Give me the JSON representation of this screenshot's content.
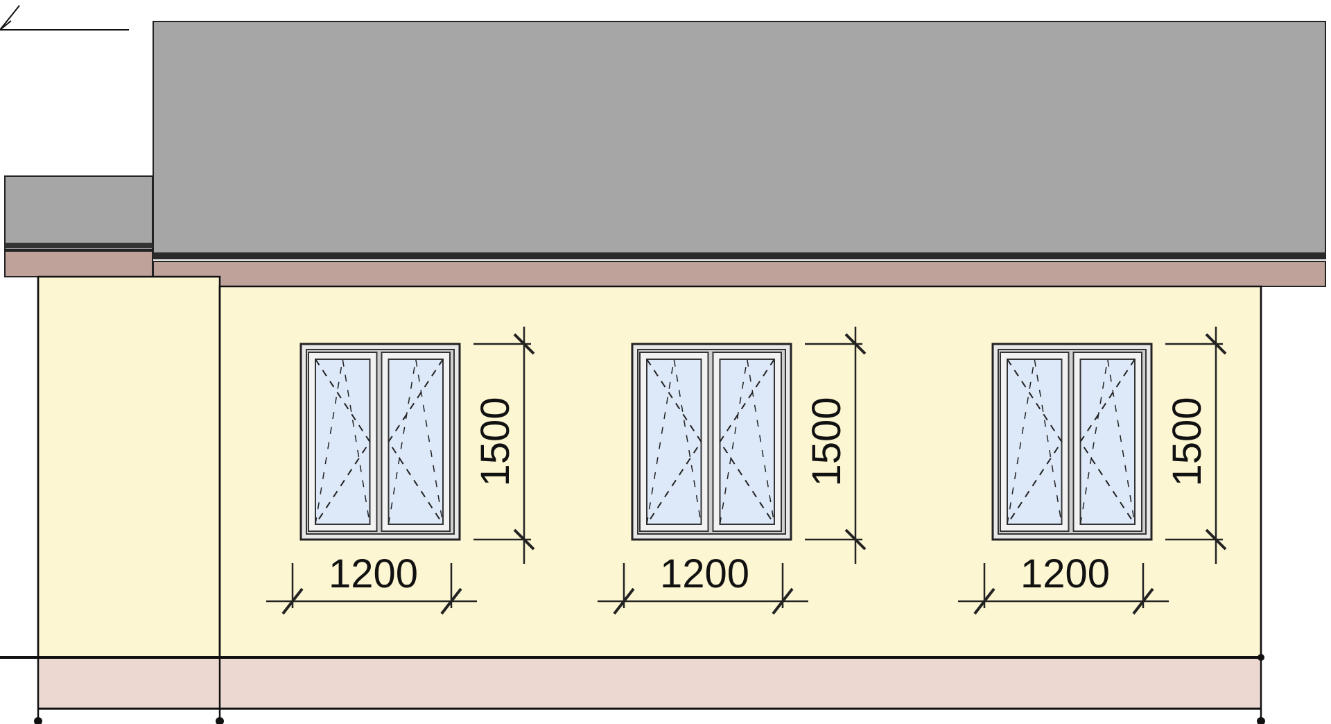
{
  "drawing": {
    "windows": [
      {
        "width_label": "1200",
        "height_label": "1500"
      },
      {
        "width_label": "1200",
        "height_label": "1500"
      },
      {
        "width_label": "1200",
        "height_label": "1500"
      }
    ]
  },
  "colors": {
    "roof": "#a6a6a6",
    "fascia": "#bfa39a",
    "wall": "#fdf6d2",
    "plinth": "#ecd8d0",
    "glass": "#dde8f8"
  }
}
